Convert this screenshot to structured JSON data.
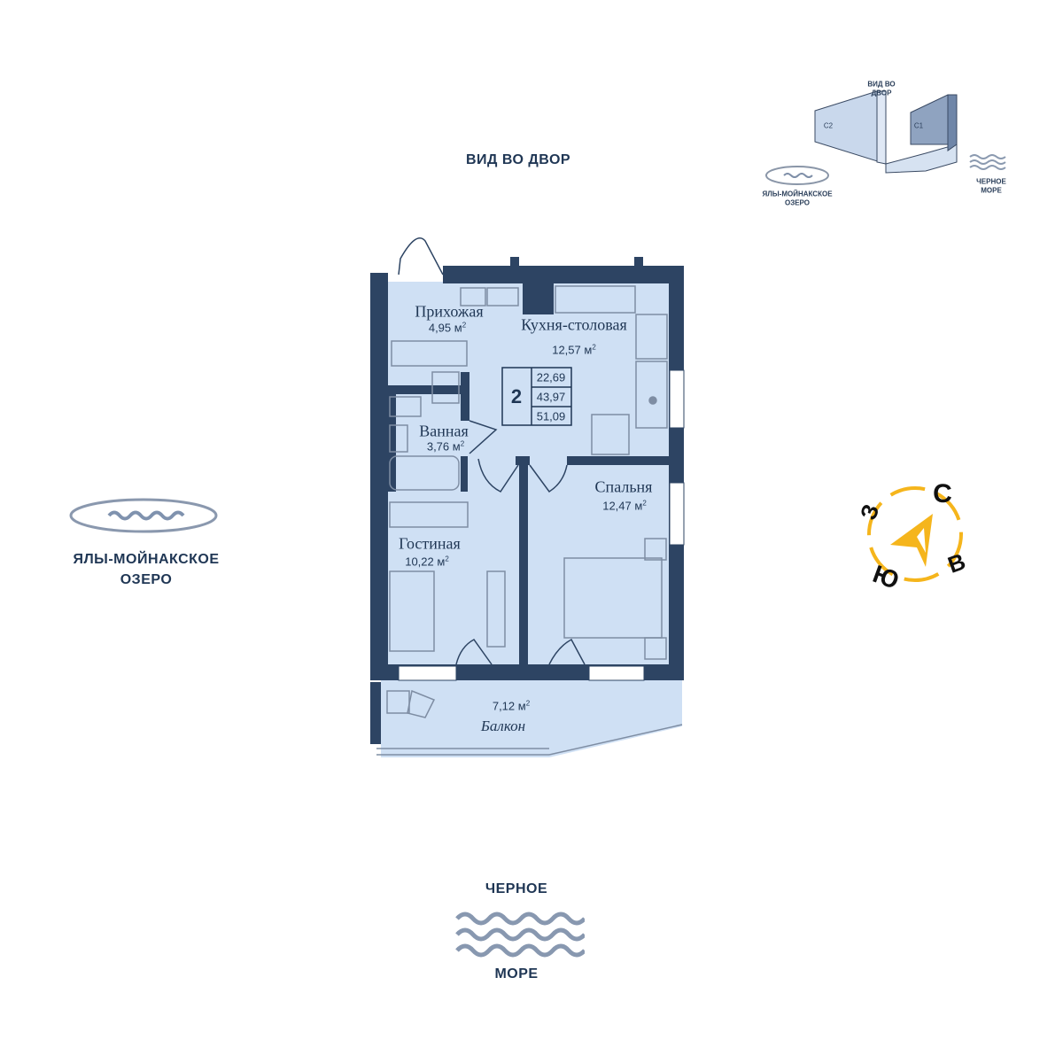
{
  "orientation": {
    "top_view": "ВИД ВО ДВОР",
    "lake_line1": "ЯЛЫ-МОЙНАКСКОЕ",
    "lake_line2": "ОЗЕРО",
    "sea_line1": "ЧЕРНОЕ",
    "sea_line2": "МОРЕ"
  },
  "minimap": {
    "view_line1": "ВИД ВО",
    "view_line2": "ДВОР",
    "building_c2": "С2",
    "building_c1": "С1",
    "lake_line1": "ЯЛЫ-МОЙНАКСКОЕ",
    "lake_line2": "ОЗЕРО",
    "sea_line1": "ЧЕРНОЕ",
    "sea_line2": "МОРЕ"
  },
  "compass": {
    "north": "С",
    "east": "В",
    "south": "Ю",
    "west": "З",
    "color": "#f5b51c"
  },
  "apartment": {
    "rooms_count": "2",
    "areas": [
      "22,69",
      "43,97",
      "51,09"
    ],
    "unit": "м",
    "rooms": [
      {
        "name": "Прихожая",
        "area": "4,95"
      },
      {
        "name": "Кухня-столовая",
        "area": "12,57"
      },
      {
        "name": "Ванная",
        "area": "3,76"
      },
      {
        "name": "Гостиная",
        "area": "10,22"
      },
      {
        "name": "Спальня",
        "area": "12,47"
      },
      {
        "name": "Балкон",
        "area": "7,12"
      }
    ]
  },
  "colors": {
    "wall": "#2d4463",
    "floor": "#cfe0f4",
    "text": "#1f3654"
  }
}
